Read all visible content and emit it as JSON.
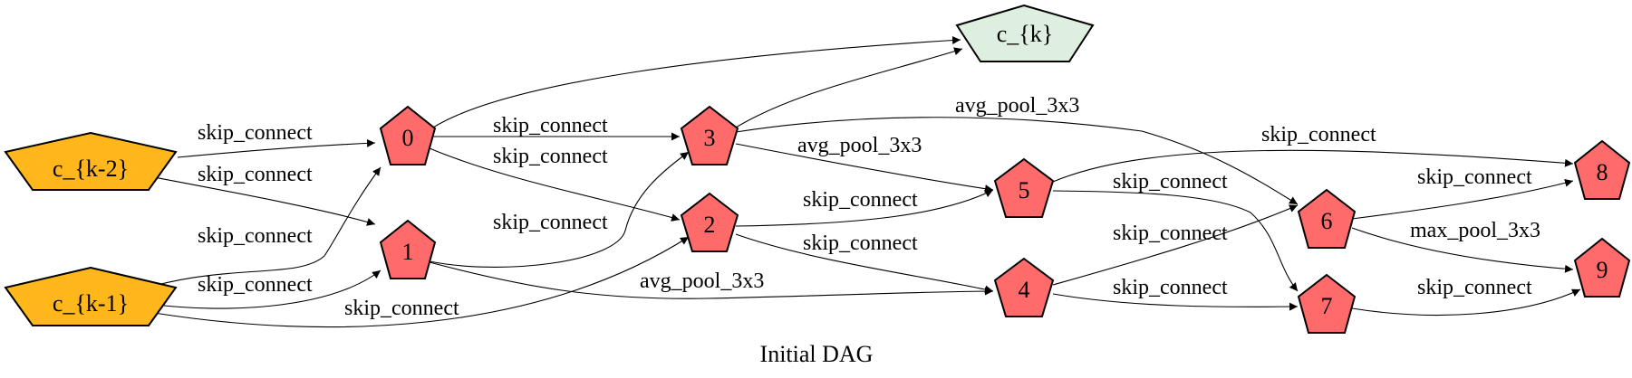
{
  "diagram": {
    "caption": "Initial DAG",
    "colors": {
      "input": "#FFB71B",
      "op": "#FF6B6B",
      "output": "#DFEFDF",
      "stroke": "#000000"
    },
    "nodes": {
      "ck2": "c_{k-2}",
      "ck1": "c_{k-1}",
      "n0": "0",
      "n1": "1",
      "n2": "2",
      "n3": "3",
      "n4": "4",
      "n5": "5",
      "n6": "6",
      "n7": "7",
      "n8": "8",
      "n9": "9",
      "ck": "c_{k}"
    },
    "edges": [
      {
        "from": "c_{k-2}",
        "to": "0",
        "label": "skip_connect"
      },
      {
        "from": "c_{k-2}",
        "to": "1",
        "label": "skip_connect"
      },
      {
        "from": "c_{k-1}",
        "to": "0",
        "label": "skip_connect"
      },
      {
        "from": "c_{k-1}",
        "to": "1",
        "label": "skip_connect"
      },
      {
        "from": "c_{k-1}",
        "to": "2",
        "label": "skip_connect"
      },
      {
        "from": "0",
        "to": "3",
        "label": "skip_connect"
      },
      {
        "from": "0",
        "to": "2",
        "label": "skip_connect"
      },
      {
        "from": "1",
        "to": "3",
        "label": "skip_connect"
      },
      {
        "from": "1",
        "to": "4",
        "label": "avg_pool_3x3"
      },
      {
        "from": "3",
        "to": "6",
        "label": "avg_pool_3x3"
      },
      {
        "from": "3",
        "to": "5",
        "label": "avg_pool_3x3"
      },
      {
        "from": "2",
        "to": "5",
        "label": "skip_connect"
      },
      {
        "from": "2",
        "to": "4",
        "label": "skip_connect"
      },
      {
        "from": "5",
        "to": "8",
        "label": "skip_connect"
      },
      {
        "from": "5",
        "to": "7",
        "label": "skip_connect"
      },
      {
        "from": "4",
        "to": "6",
        "label": "skip_connect"
      },
      {
        "from": "4",
        "to": "7",
        "label": "skip_connect"
      },
      {
        "from": "6",
        "to": "8",
        "label": "skip_connect"
      },
      {
        "from": "6",
        "to": "9",
        "label": "max_pool_3x3"
      },
      {
        "from": "7",
        "to": "9",
        "label": "skip_connect"
      },
      {
        "from": "0",
        "to": "c_{k}",
        "label": ""
      },
      {
        "from": "3",
        "to": "c_{k}",
        "label": ""
      }
    ]
  }
}
